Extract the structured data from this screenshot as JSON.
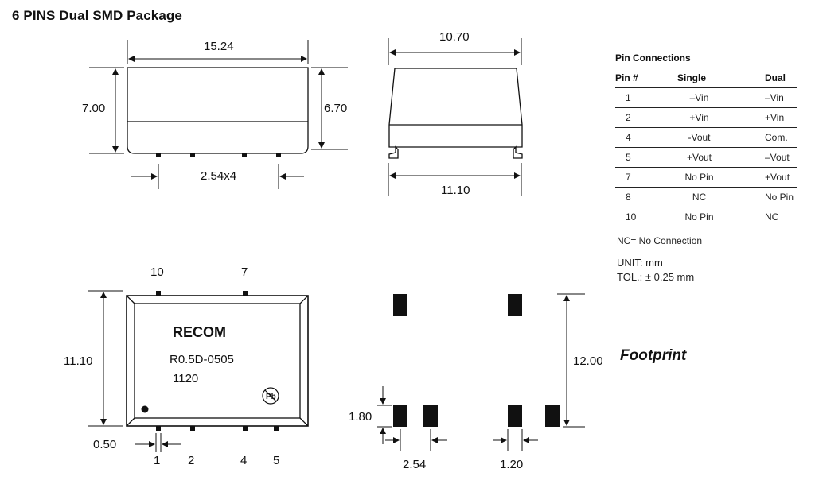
{
  "title": "6 PINS Dual SMD Package",
  "side_view": {
    "length": "15.24",
    "height": "7.00",
    "body_height": "6.70",
    "pitch": "2.54x4"
  },
  "end_view": {
    "top_width": "10.70",
    "bottom_width": "11.10"
  },
  "top_view": {
    "brand": "RECOM",
    "part_number": "R0.5D-0505",
    "date_code": "1120",
    "width": "11.10",
    "pin_width": "0.50",
    "pins_top": [
      "10",
      "7"
    ],
    "pins_bottom": [
      "1",
      "2",
      "4",
      "5"
    ],
    "pb_symbol": "Pb"
  },
  "footprint": {
    "label": "Footprint",
    "span": "12.00",
    "pad_length": "1.80",
    "pitch": "2.54",
    "pad_width": "1.20"
  },
  "pin_connections": {
    "title": "Pin Connections",
    "headers": [
      "Pin #",
      "Single",
      "Dual"
    ],
    "rows": [
      [
        "1",
        "–Vin",
        "–Vin"
      ],
      [
        "2",
        "+Vin",
        "+Vin"
      ],
      [
        "4",
        "-Vout",
        "Com."
      ],
      [
        "5",
        "+Vout",
        "–Vout"
      ],
      [
        "7",
        "No Pin",
        "+Vout"
      ],
      [
        "8",
        "NC",
        "No Pin"
      ],
      [
        "10",
        "No Pin",
        "NC"
      ]
    ]
  },
  "notes": {
    "nc": "NC= No Connection",
    "unit": "UNIT: mm",
    "tolerance": "TOL.: ± 0.25 mm"
  }
}
